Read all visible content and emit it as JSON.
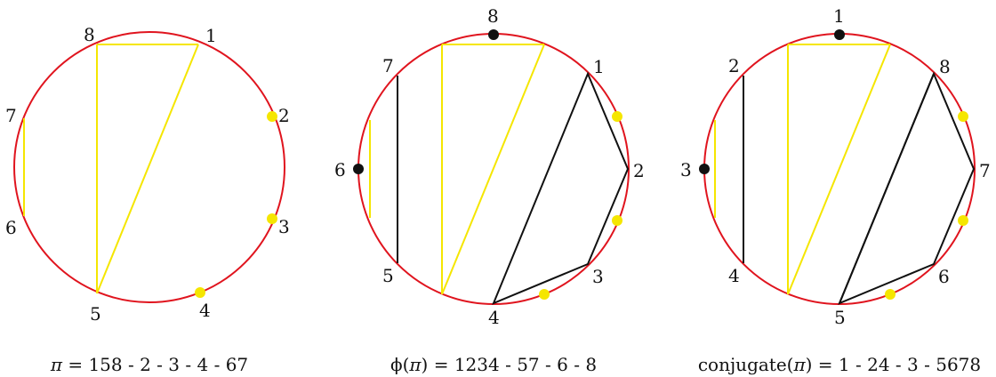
{
  "colors": {
    "circle": "#e0141e",
    "yellow": "#f5e600",
    "black": "#111111"
  },
  "diagrams": [
    {
      "id": "pi",
      "labels": [
        "1",
        "2",
        "3",
        "4",
        "5",
        "6",
        "7",
        "8"
      ],
      "caption": {
        "symbol": "π",
        "text": " = 158 - 2 - 3 - 4 - 67"
      }
    },
    {
      "id": "phi",
      "labels": [
        "1",
        "2",
        "3",
        "4",
        "5",
        "6",
        "7",
        "8"
      ],
      "caption": {
        "prefix": "ϕ(",
        "symbol": "π",
        "text": ") = 1234 - 57 - 6 - 8"
      }
    },
    {
      "id": "conjugate",
      "labels": [
        "8",
        "7",
        "6",
        "5",
        "4",
        "3",
        "2",
        "1"
      ],
      "caption": {
        "prefix": "conjugate(",
        "symbol": "π",
        "text": ") = 1 - 24 - 3 - 5678"
      }
    }
  ]
}
